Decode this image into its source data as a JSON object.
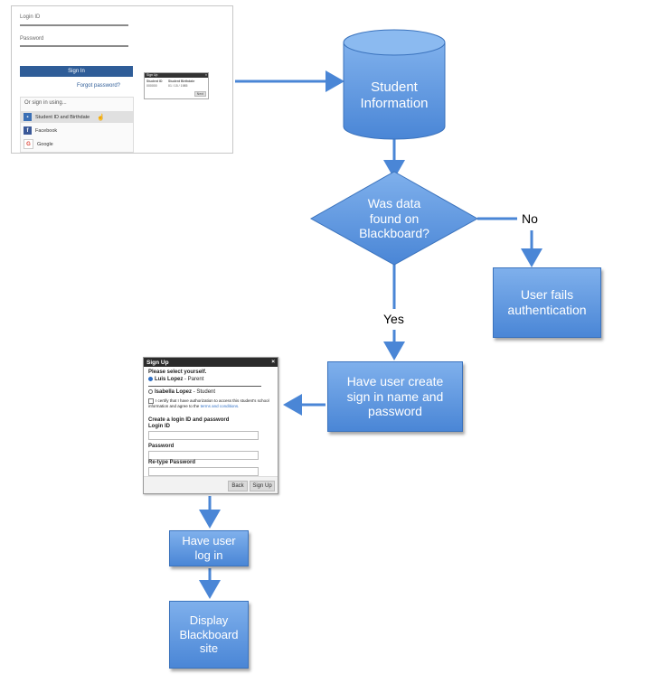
{
  "login_screenshot": {
    "login_id_label": "Login ID",
    "password_label": "Password",
    "sign_in": "Sign In",
    "forgot": "Forgot password?",
    "or_sign_in": "Or sign in using...",
    "options": [
      "Student ID and Birthdate",
      "Facebook",
      "Google"
    ],
    "popup": {
      "title": "Sign Up",
      "close": "×",
      "col_student_id": "Student ID",
      "col_birthdate": "Student Birthdate",
      "student_id_value": "000000",
      "birthdate_value": "01 / 15 / 1985",
      "next": "Next"
    }
  },
  "nodes": {
    "student_info": "Student Information",
    "decision": "Was data found on Blackboard?",
    "fail": "User fails authentication",
    "create": "Have user create sign in name and password",
    "login": "Have user log in",
    "display": "Display Blackboard site"
  },
  "edge_labels": {
    "no": "No",
    "yes": "Yes"
  },
  "signup_dialog": {
    "title": "Sign Up",
    "close": "×",
    "select": "Please select yourself.",
    "parent_name": "Luis Lopez",
    "parent_role": "- Parent",
    "student_name": "Isabella Lopez",
    "student_role": "- Student",
    "certify_text": "I certify that I have authorization to access this student's school information and agree to the",
    "terms": "terms and conditions.",
    "create_heading": "Create a login ID and password",
    "login_id": "Login ID",
    "password": "Password",
    "retype": "Re-type Password",
    "back": "Back",
    "signup": "Sign Up"
  }
}
